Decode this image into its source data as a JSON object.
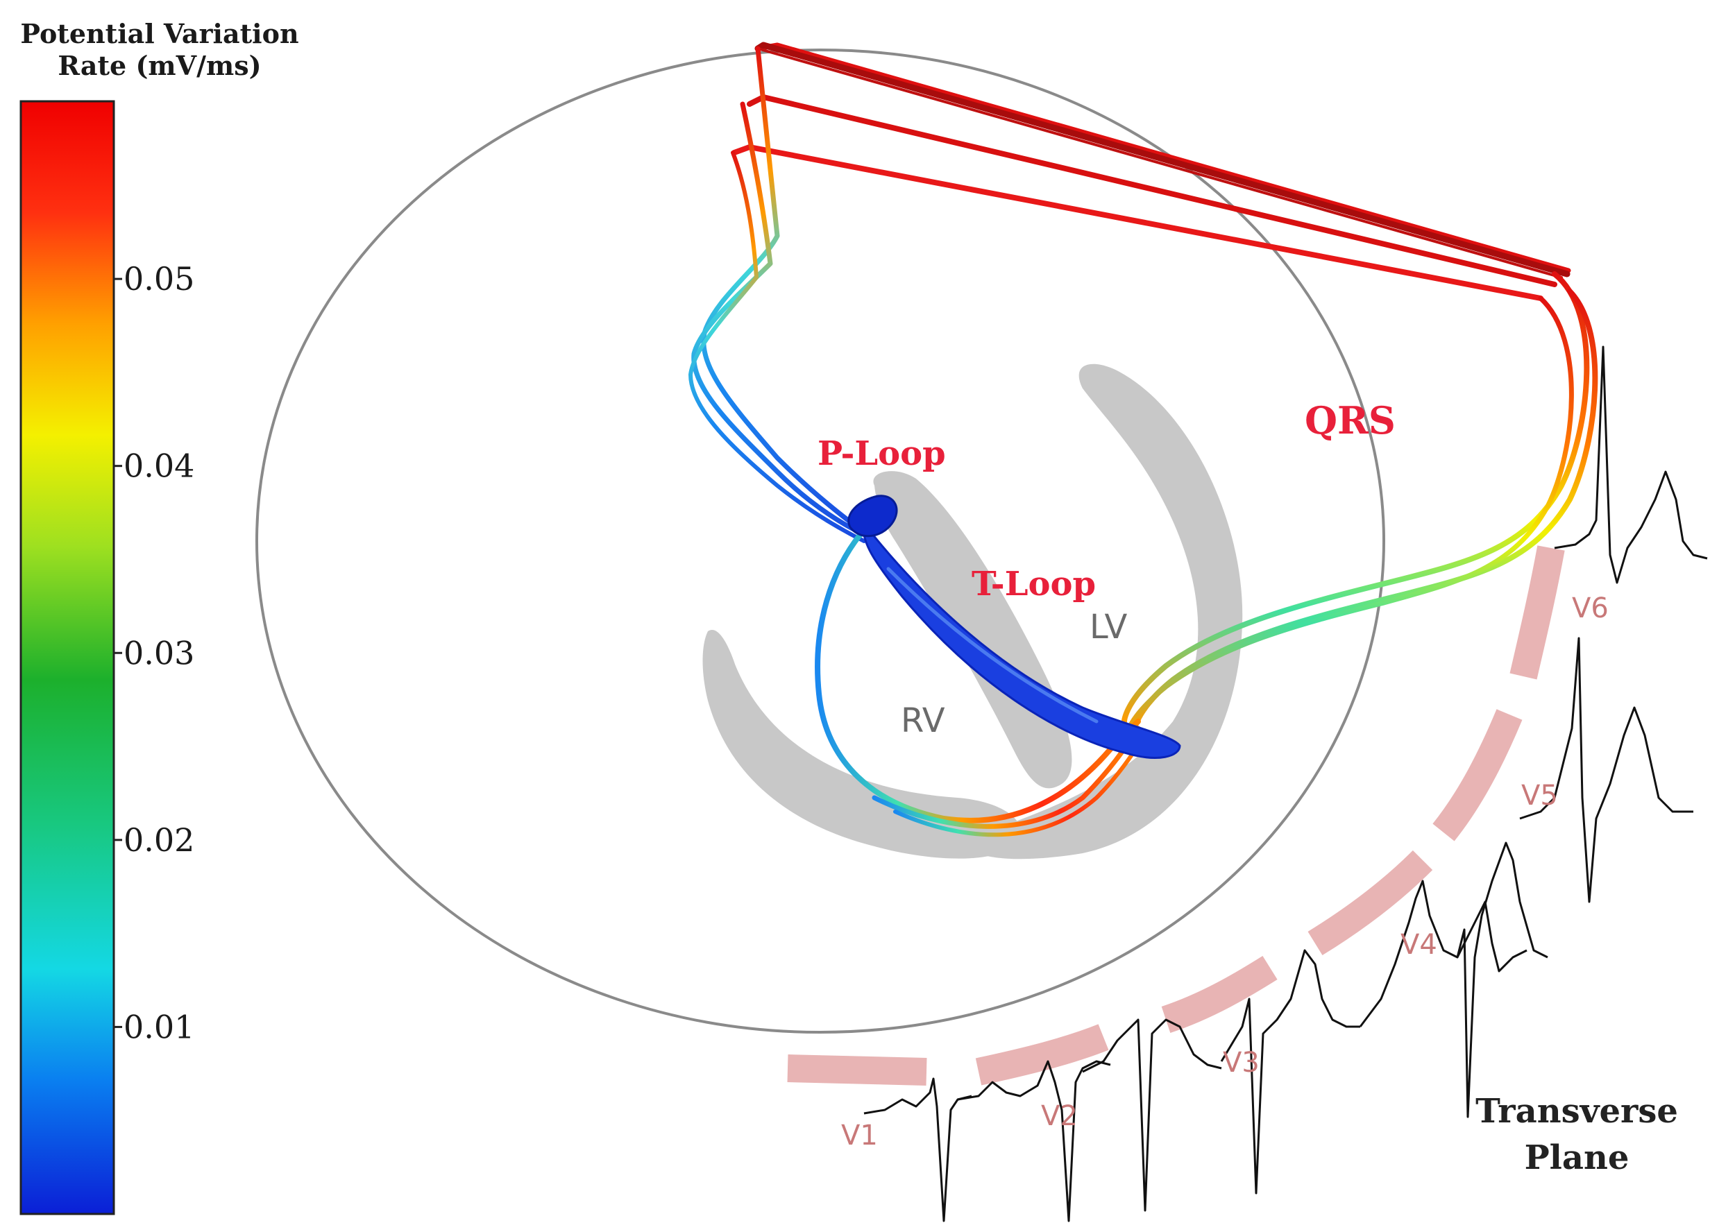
{
  "colorbar": {
    "title_line1": "Potential Variation",
    "title_line2": "Rate (mV/ms)",
    "gradient": [
      "#0b1fd6",
      "#0aa6f0",
      "#14e0d4",
      "#1db83a",
      "#8fe01a",
      "#f4f000",
      "#ff9a00",
      "#ff2a10",
      "#f00000"
    ],
    "ticks": [
      {
        "label": "0.05",
        "value": 0.05
      },
      {
        "label": "0.04",
        "value": 0.04
      },
      {
        "label": "0.03",
        "value": 0.03
      },
      {
        "label": "0.02",
        "value": 0.02
      },
      {
        "label": "0.01",
        "value": 0.01
      }
    ]
  },
  "labels": {
    "qrs": "QRS",
    "p_loop": "P-Loop",
    "t_loop": "T-Loop",
    "lv": "LV",
    "rv": "RV",
    "plane_line1": "Transverse",
    "plane_line2": "Plane"
  },
  "leads": [
    "V1",
    "V2",
    "V3",
    "V4",
    "V5",
    "V6"
  ],
  "colors": {
    "label_red": "#e8203a",
    "heart_gray": "#c8c8c8",
    "thorax_outline": "#8a8a8a",
    "electrode_pink": "#e8b4b4",
    "lead_text": "#c87878",
    "trace": "#111111",
    "loop_dark_red": "#b01010",
    "loop_blue": "#1a3fe0"
  }
}
